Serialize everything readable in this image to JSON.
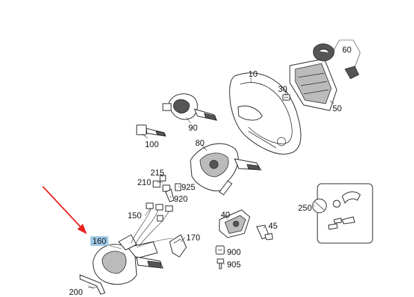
{
  "diagram": {
    "highlight_color": "#9ec9e6",
    "arrow_color": "#e8231f",
    "highlighted_part": "160",
    "labels": {
      "p10": "10",
      "p30": "30",
      "p40": "40",
      "p45": "45",
      "p50": "50",
      "p60": "60",
      "p80": "80",
      "p90": "90",
      "p100": "100",
      "p150": "150",
      "p160": "160",
      "p170": "170",
      "p200": "200",
      "p210": "210",
      "p215": "215",
      "p250": "250",
      "p900": "900",
      "p905": "905",
      "p920": "920",
      "p925": "925"
    }
  }
}
